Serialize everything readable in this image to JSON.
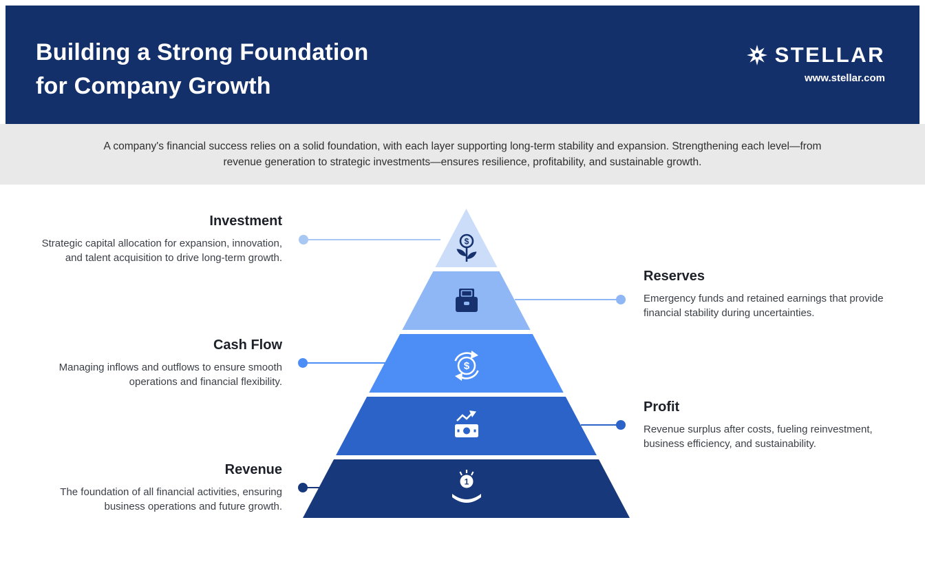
{
  "header": {
    "title_line1": "Building a Strong Foundation",
    "title_line2": "for Company Growth",
    "brand": "STELLAR",
    "website": "www.stellar.com",
    "bg_color": "#14306B"
  },
  "intro": {
    "text": "A company's financial success relies on a solid foundation, with each layer supporting long-term stability and expansion. Strengthening each level—from revenue generation to strategic investments—ensures resilience, profitability, and sustainable growth."
  },
  "pyramid": {
    "layers": [
      {
        "name": "Investment",
        "color": "#CBDDF9",
        "icon": "dollar-plant-icon"
      },
      {
        "name": "Reserves",
        "color": "#8FB7F6",
        "icon": "money-case-icon"
      },
      {
        "name": "Cash Flow",
        "color": "#4C8DF6",
        "icon": "dollar-cycle-icon"
      },
      {
        "name": "Profit",
        "color": "#2B63C9",
        "icon": "banknote-growth-icon"
      },
      {
        "name": "Revenue",
        "color": "#17387B",
        "icon": "hand-coin-icon"
      }
    ]
  },
  "callouts": [
    {
      "title": "Investment",
      "side": "left",
      "color": "#A9C7F3",
      "description": "Strategic capital allocation for expansion, innovation, and talent acquisition to drive long-term growth."
    },
    {
      "title": "Reserves",
      "side": "right",
      "color": "#8FB7F6",
      "description": "Emergency funds and retained earnings that provide financial stability during uncertainties."
    },
    {
      "title": "Cash Flow",
      "side": "left",
      "color": "#4C8DF6",
      "description": "Managing inflows and outflows to ensure smooth operations and financial flexibility."
    },
    {
      "title": "Profit",
      "side": "right",
      "color": "#2B63C9",
      "description": "Revenue surplus after costs, fueling reinvestment, business efficiency, and sustainability."
    },
    {
      "title": "Revenue",
      "side": "left",
      "color": "#17387B",
      "description": "The foundation of all financial activities, ensuring business operations and future growth."
    }
  ],
  "icons": {
    "investment_symbol": "$",
    "cashflow_symbol": "$",
    "revenue_coin_number": "1"
  }
}
